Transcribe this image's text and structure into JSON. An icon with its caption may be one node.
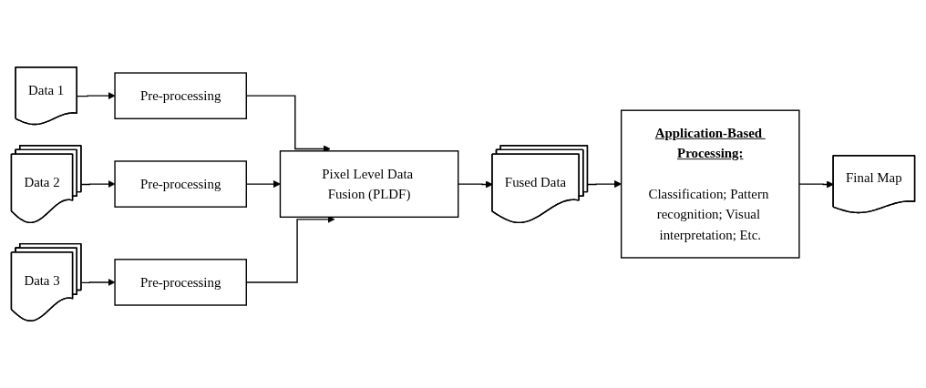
{
  "diagram": {
    "nodes": [
      {
        "text": [
          "Data 1"
        ]
      },
      {
        "text": [
          "Pre-processing"
        ]
      },
      {
        "text": [
          "Data 2"
        ]
      },
      {
        "text": [
          "Pre-processing"
        ]
      },
      {
        "text": [
          "Data 3"
        ]
      },
      {
        "text": [
          "Pre-processing"
        ]
      },
      {
        "text": [
          "Pixel Level Data Fusion (PLDF)"
        ]
      },
      {
        "text": [
          "Fused Data"
        ]
      },
      {
        "text": [
          "Application-Based Processing:",
          "Classification; Pattern recognition; Visual interpretation; Etc."
        ]
      },
      {
        "text": [
          "Final Map"
        ]
      }
    ],
    "edges": [
      {
        "from": 0,
        "to": 1,
        "arrow": "to"
      },
      {
        "from": 2,
        "to": 3,
        "arrow": "to"
      },
      {
        "from": 4,
        "to": 5,
        "arrow": "to"
      },
      {
        "from": 1,
        "to": 6,
        "arrow": "to"
      },
      {
        "from": 3,
        "to": 6,
        "arrow": "to"
      },
      {
        "from": 5,
        "to": 6,
        "arrow": "to"
      },
      {
        "from": 6,
        "to": 7,
        "arrow": "to"
      },
      {
        "from": 7,
        "to": 8,
        "arrow": "to"
      },
      {
        "from": 8,
        "to": 9,
        "arrow": "to"
      }
    ]
  }
}
